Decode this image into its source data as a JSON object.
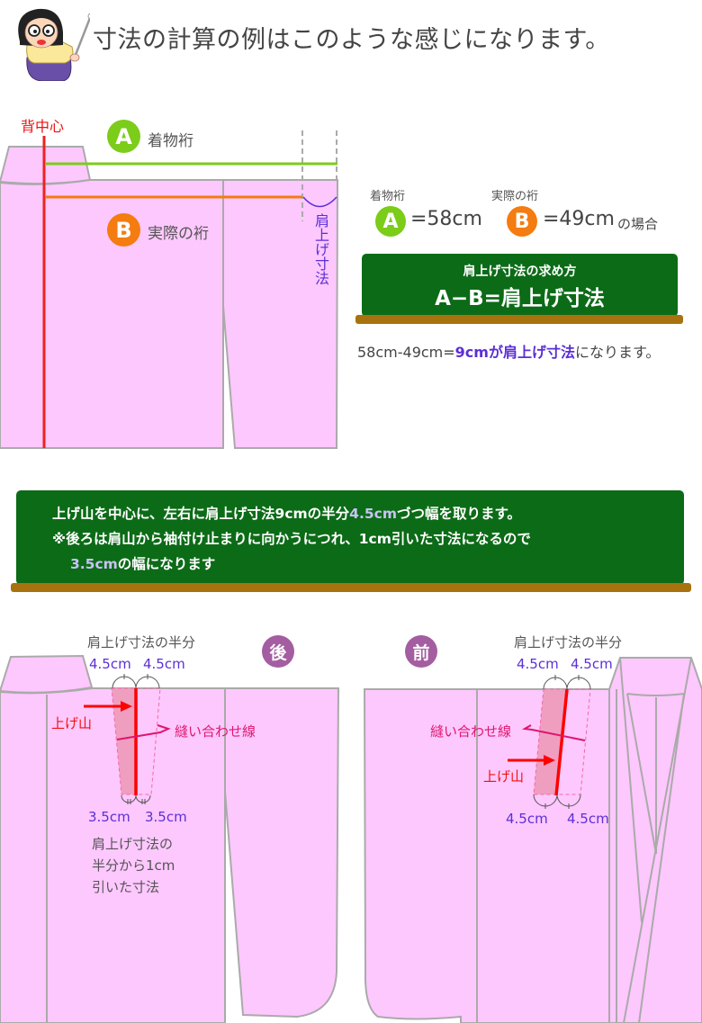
{
  "header": {
    "title": "寸法の計算の例はこのような感じになります。",
    "mascot": "mascot-teacher-icon"
  },
  "diagram_top": {
    "back_center_label": "背中心",
    "a": {
      "badge": "A",
      "label": "着物裄",
      "color": "#7ccc1a"
    },
    "b": {
      "badge": "B",
      "label": "実際の裄",
      "color": "#f47c10"
    },
    "shoulder_tuck_label": "肩上げ寸法"
  },
  "example": {
    "a_caption": "着物裄",
    "a_badge": "A",
    "a_value": "=58cm",
    "b_caption": "実際の裄",
    "b_badge": "B",
    "b_value": "=49cm",
    "case_suffix": "の場合"
  },
  "formula_board": {
    "subtitle": "肩上げ寸法の求め方",
    "formula": "A−B=肩上げ寸法"
  },
  "result_text": {
    "prefix": "58cm-49cm=",
    "highlight": "9cmが肩上げ寸法",
    "suffix": "になります。"
  },
  "instruction_board": {
    "line1_a": "上げ山を中心に、左右に肩上げ寸法9cmの半分",
    "line1_hl": "4.5cm",
    "line1_b": "づつ幅を取ります。",
    "line2": "※後ろは肩山から袖付け止まりに向かうにつれ、1cm引いた寸法になるので",
    "line3_hl": "3.5cm",
    "line3_b": "の幅になります"
  },
  "back_view": {
    "badge": "後",
    "half_label": "肩上げ寸法の半分",
    "top_left": "4.5cm",
    "top_right": "4.5cm",
    "tuck_peak_label": "上げ山",
    "seam_label": "縫い合わせ線",
    "bottom_left": "3.5cm",
    "bottom_right": "3.5cm",
    "note_lines": [
      "肩上げ寸法の",
      "半分から1cm",
      "引いた寸法"
    ]
  },
  "front_view": {
    "badge": "前",
    "half_label": "肩上げ寸法の半分",
    "top_left": "4.5cm",
    "top_right": "4.5cm",
    "seam_label": "縫い合わせ線",
    "tuck_peak_label": "上げ山",
    "bottom_left": "4.5cm",
    "bottom_right": "4.5cm"
  },
  "colors": {
    "fabric": "#fdc8fd",
    "outline": "#aaaaaa",
    "back_center": "#ee2222",
    "line_a": "#7ccc1a",
    "line_b": "#f47c10",
    "measure_text": "#5b2fd6",
    "seam": "#e0156e",
    "board": "#0c6b17",
    "ledge": "#a8720f",
    "tuck_fill": "#ef9ec0"
  }
}
